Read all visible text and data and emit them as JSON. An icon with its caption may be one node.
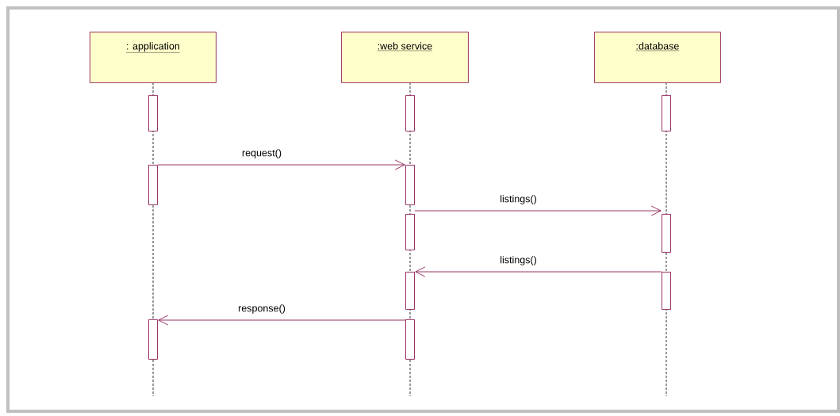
{
  "diagram": {
    "nodes": [
      {
        "text": [
          ": application"
        ]
      },
      {
        "text": [
          ":web service"
        ]
      },
      {
        "text": [
          ":database"
        ]
      },
      {
        "text": [],
        "shape": "bar"
      },
      {
        "text": [],
        "shape": "bar"
      },
      {
        "text": [],
        "shape": "bar"
      },
      {
        "text": [],
        "shape": "bar"
      },
      {
        "text": [],
        "shape": "bar"
      },
      {
        "text": [],
        "shape": "bar"
      },
      {
        "text": [],
        "shape": "bar"
      },
      {
        "text": [],
        "shape": "bar"
      },
      {
        "text": [],
        "shape": "bar"
      },
      {
        "text": [],
        "shape": "bar"
      },
      {
        "text": [],
        "shape": "bar"
      }
    ],
    "edges": [
      {
        "from": 6,
        "to": 7,
        "arrow": "to",
        "label": "request()"
      },
      {
        "from": 8,
        "to": 9,
        "arrow": "to",
        "label": "listings()"
      },
      {
        "from": 11,
        "to": 10,
        "arrow": "to",
        "label": "listings()"
      },
      {
        "from": 13,
        "to": 12,
        "arrow": "to",
        "label": "response()"
      }
    ]
  }
}
